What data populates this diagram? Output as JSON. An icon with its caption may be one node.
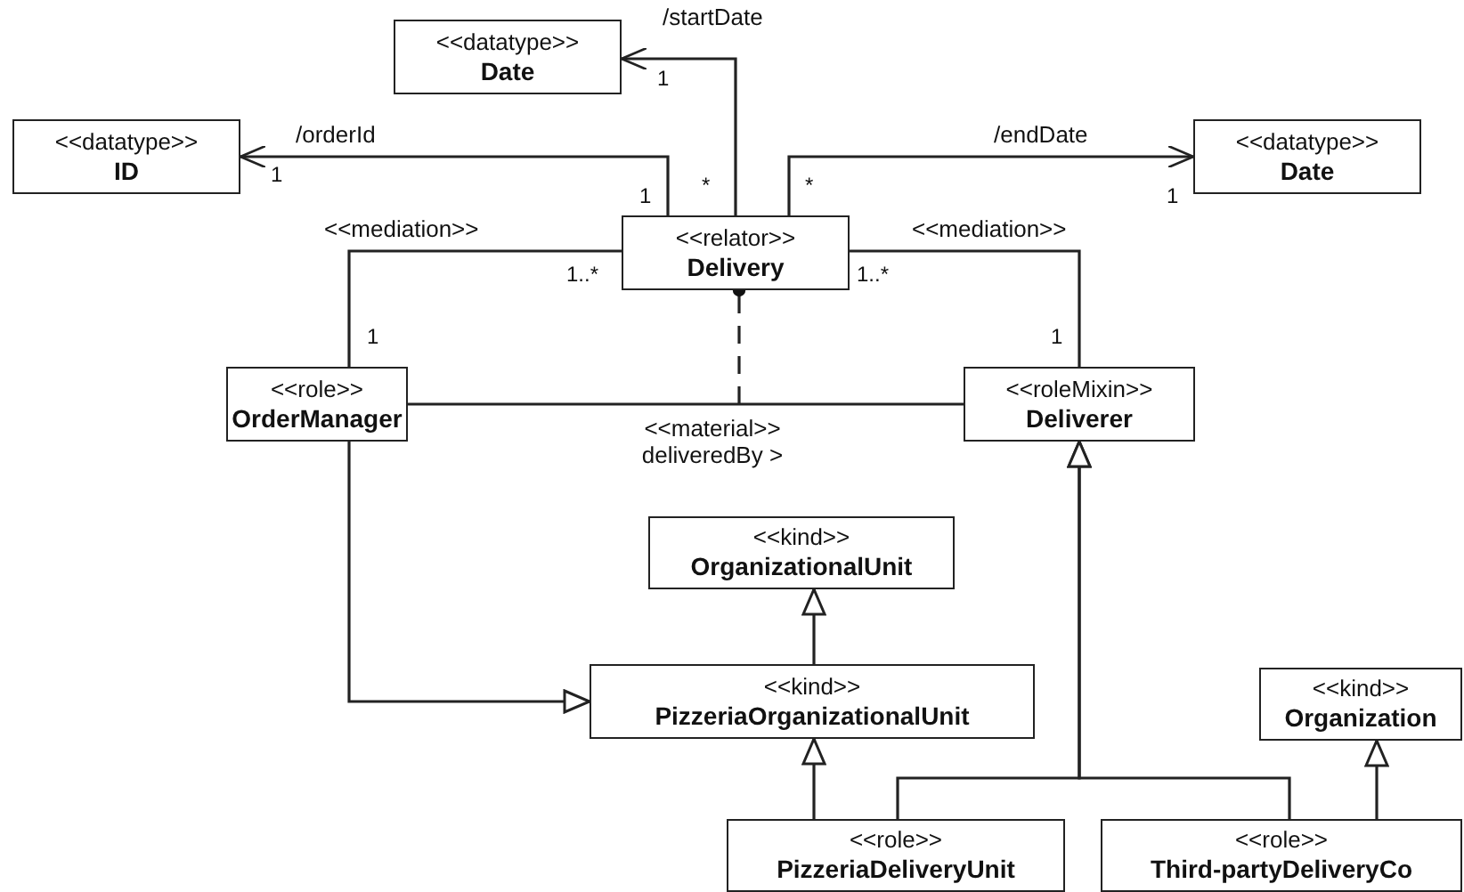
{
  "diagram": {
    "nodes": [
      {
        "text": [
          "<<datatype>>",
          "Date"
        ]
      },
      {
        "text": [
          "<<datatype>>",
          "ID"
        ]
      },
      {
        "text": [
          "<<datatype>>",
          "Date"
        ]
      },
      {
        "text": [
          "<<relator>>",
          "Delivery"
        ]
      },
      {
        "text": [
          "<<role>>",
          "OrderManager"
        ]
      },
      {
        "text": [
          "<<roleMixin>>",
          "Deliverer"
        ]
      },
      {
        "text": [
          "<<kind>>",
          "OrganizationalUnit"
        ]
      },
      {
        "text": [
          "<<kind>>",
          "PizzeriaOrganizationalUnit"
        ]
      },
      {
        "text": [
          "<<kind>>",
          "Organization"
        ]
      },
      {
        "text": [
          "<<role>>",
          "PizzeriaDeliveryUnit"
        ]
      },
      {
        "text": [
          "<<role>>",
          "Third-partyDeliveryCo"
        ]
      }
    ],
    "edges": [
      {
        "from": 3,
        "to": 0,
        "arrow": "to",
        "label": "/startDate"
      },
      {
        "from": 3,
        "to": 1,
        "arrow": "to",
        "label": "/orderId"
      },
      {
        "from": 3,
        "to": 2,
        "arrow": "to",
        "label": "/endDate"
      },
      {
        "from": 3,
        "to": 4,
        "arrow": "none",
        "label": "<<mediation>>"
      },
      {
        "from": 3,
        "to": 5,
        "arrow": "none",
        "label": "<<mediation>>"
      },
      {
        "from": 4,
        "to": 5,
        "arrow": "none",
        "label": "<<material>> deliveredBy >"
      },
      {
        "from": null,
        "to": 3,
        "arrow": "other",
        "style": "dashed"
      },
      {
        "from": 4,
        "to": 7,
        "arrow": "to"
      },
      {
        "from": 7,
        "to": 6,
        "arrow": "to"
      },
      {
        "from": 9,
        "to": 7,
        "arrow": "to"
      },
      {
        "from": 9,
        "to": 5,
        "arrow": "to"
      },
      {
        "from": 10,
        "to": 5,
        "arrow": "to"
      },
      {
        "from": 10,
        "to": 8,
        "arrow": "to"
      }
    ],
    "labels": [
      "1",
      "1",
      "1",
      "*",
      "*",
      "1",
      "1..*",
      "1..*",
      "1",
      "1"
    ]
  }
}
